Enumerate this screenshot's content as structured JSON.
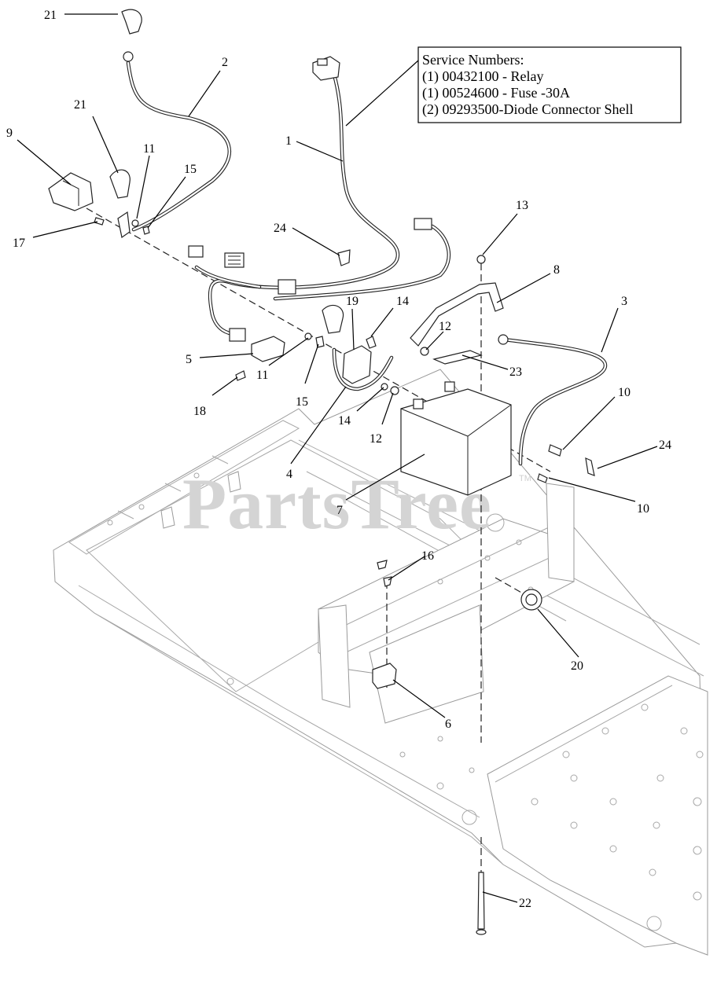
{
  "service_box": {
    "lines": [
      "Service Numbers:",
      "(1) 00432100 - Relay",
      "(1) 00524600 - Fuse -30A",
      "(2) 09293500-Diode Connector Shell"
    ]
  },
  "watermark": {
    "text": "PartsTree",
    "trademark": "TM"
  },
  "callouts": [
    {
      "id": "c21a",
      "text": "21"
    },
    {
      "id": "c2",
      "text": "2"
    },
    {
      "id": "c1",
      "text": "1"
    },
    {
      "id": "c21b",
      "text": "21"
    },
    {
      "id": "c9",
      "text": "9"
    },
    {
      "id": "c11a",
      "text": "11"
    },
    {
      "id": "c15a",
      "text": "15"
    },
    {
      "id": "c17",
      "text": "17"
    },
    {
      "id": "c24a",
      "text": "24"
    },
    {
      "id": "c13",
      "text": "13"
    },
    {
      "id": "c8",
      "text": "8"
    },
    {
      "id": "c3",
      "text": "3"
    },
    {
      "id": "c19",
      "text": "19"
    },
    {
      "id": "c14a",
      "text": "14"
    },
    {
      "id": "c12a",
      "text": "12"
    },
    {
      "id": "c23",
      "text": "23"
    },
    {
      "id": "c5",
      "text": "5"
    },
    {
      "id": "c11b",
      "text": "11"
    },
    {
      "id": "c15b",
      "text": "15"
    },
    {
      "id": "c18",
      "text": "18"
    },
    {
      "id": "c14b",
      "text": "14"
    },
    {
      "id": "c12b",
      "text": "12"
    },
    {
      "id": "c10a",
      "text": "10"
    },
    {
      "id": "c24b",
      "text": "24"
    },
    {
      "id": "c10b",
      "text": "10"
    },
    {
      "id": "c4",
      "text": "4"
    },
    {
      "id": "c7",
      "text": "7"
    },
    {
      "id": "c16",
      "text": "16"
    },
    {
      "id": "c20",
      "text": "20"
    },
    {
      "id": "c6",
      "text": "6"
    },
    {
      "id": "c22",
      "text": "22"
    }
  ]
}
